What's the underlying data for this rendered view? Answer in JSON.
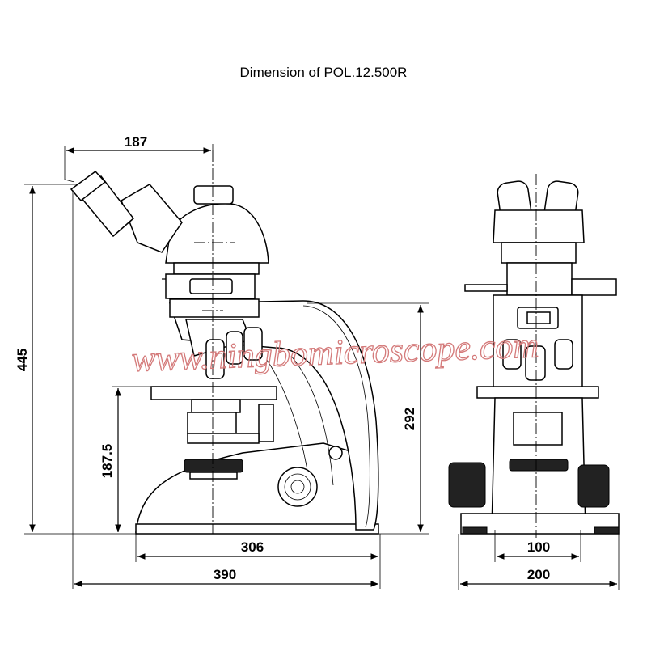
{
  "title": "Dimension of POL.12.500R",
  "watermark": "www.ningbomicroscope.com",
  "dimensions": {
    "eyepiece_offset": "187",
    "total_height": "445",
    "stage_height": "187.5",
    "arm_height": "292",
    "base_depth": "306",
    "total_depth": "390",
    "base_width_inner": "100",
    "total_width": "200"
  },
  "colors": {
    "line": "#000000",
    "watermark": "#d47a7a"
  }
}
